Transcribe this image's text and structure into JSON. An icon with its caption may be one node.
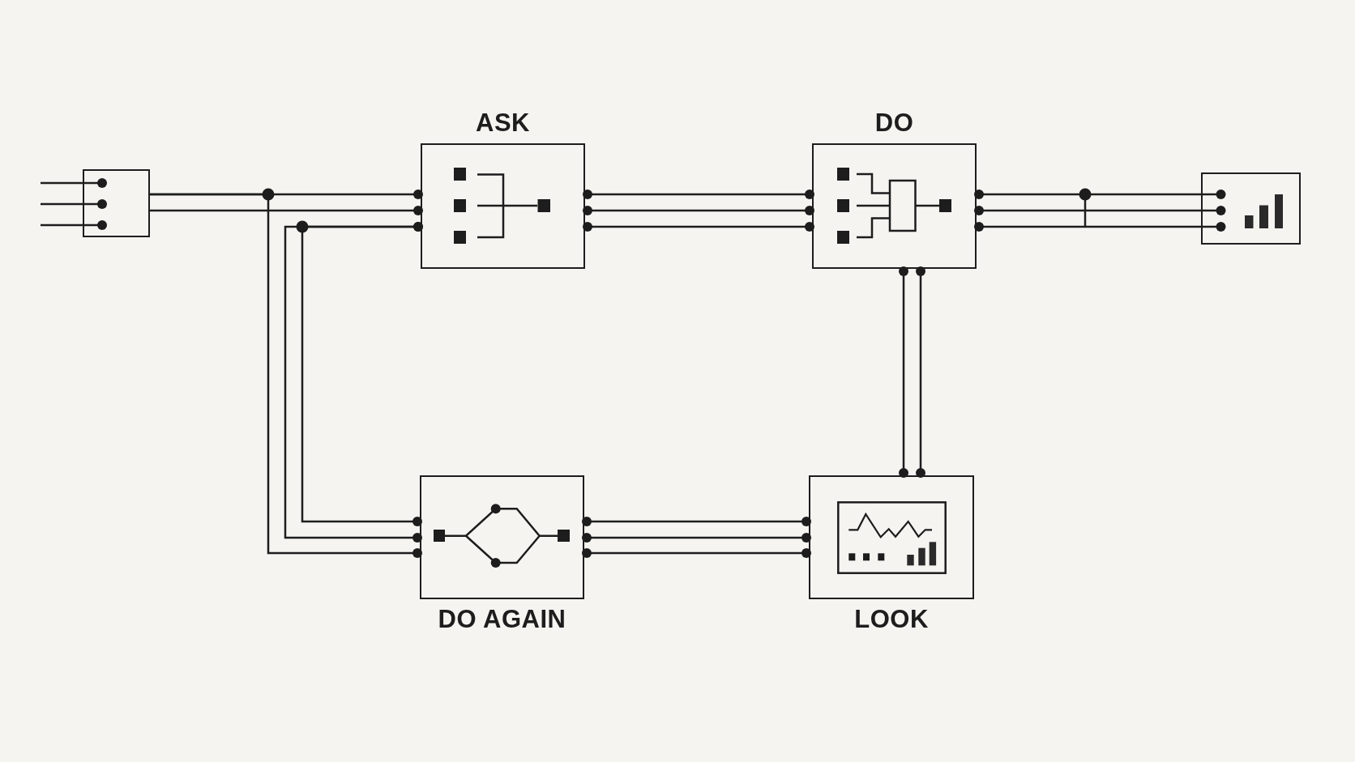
{
  "diagram": {
    "nodes": [
      {
        "text": [],
        "shape": "box"
      },
      {
        "text": [
          "ASK"
        ]
      },
      {
        "text": [
          "DO"
        ]
      },
      {
        "text": [],
        "shape": "box"
      },
      {
        "text": [
          "DO AGAIN"
        ]
      },
      {
        "text": [
          "LOOK"
        ]
      }
    ],
    "edges": [
      {
        "from": null,
        "to": 0,
        "arrow": "other"
      },
      {
        "from": null,
        "to": 0,
        "arrow": "other"
      },
      {
        "from": null,
        "to": 0,
        "arrow": "other"
      },
      {
        "from": 0,
        "to": 1,
        "arrow": "other"
      },
      {
        "from": 0,
        "to": 1,
        "arrow": "other"
      },
      {
        "from": 0,
        "to": 4,
        "arrow": "other"
      },
      {
        "from": 4,
        "to": 1,
        "arrow": "other"
      },
      {
        "from": 4,
        "to": 1,
        "arrow": "other"
      },
      {
        "from": 1,
        "to": 2,
        "arrow": "other"
      },
      {
        "from": 1,
        "to": 2,
        "arrow": "other"
      },
      {
        "from": 1,
        "to": 2,
        "arrow": "other"
      },
      {
        "from": 2,
        "to": 3,
        "arrow": "other"
      },
      {
        "from": 2,
        "to": 3,
        "arrow": "other"
      },
      {
        "from": 2,
        "to": 3,
        "arrow": "other"
      },
      {
        "from": 2,
        "to": 5,
        "arrow": "other"
      },
      {
        "from": 2,
        "to": 5,
        "arrow": "other"
      },
      {
        "from": 5,
        "to": 4,
        "arrow": "other"
      },
      {
        "from": 5,
        "to": 4,
        "arrow": "other"
      },
      {
        "from": 5,
        "to": 4,
        "arrow": "other"
      }
    ]
  }
}
